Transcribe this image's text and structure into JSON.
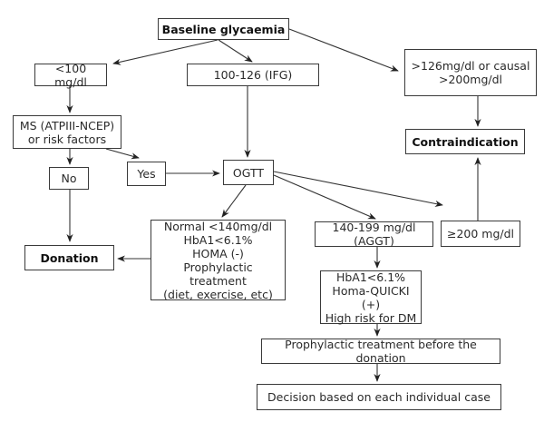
{
  "diagram": {
    "type": "flowchart",
    "nodes": {
      "baseline": {
        "lines": [
          "Baseline glycaemia"
        ],
        "emphasis": "bold"
      },
      "lt100": {
        "lines": [
          "<100 mg/dl"
        ]
      },
      "ifg": {
        "lines": [
          "100-126 (IFG)"
        ]
      },
      "gt126": {
        "lines": [
          ">126mg/dl or causal",
          ">200mg/dl"
        ]
      },
      "ms": {
        "lines": [
          "MS (ATPIII-NCEP)",
          "or risk factors"
        ]
      },
      "contraindication": {
        "lines": [
          "Contraindication"
        ],
        "emphasis": "bold"
      },
      "no": {
        "lines": [
          "No"
        ]
      },
      "yes": {
        "lines": [
          "Yes"
        ]
      },
      "ogtt": {
        "lines": [
          "OGTT"
        ]
      },
      "normal": {
        "lines": [
          "Normal <140mg/dl",
          "HbA1<6.1%",
          "HOMA (-)",
          "Prophylactic treatment",
          "(diet, exercise, etc)"
        ]
      },
      "donation": {
        "lines": [
          "Donation"
        ],
        "emphasis": "bold"
      },
      "aggt": {
        "lines": [
          "140-199 mg/dl (AGGT)"
        ]
      },
      "ge200": {
        "lines": [
          "≥200 mg/dl"
        ]
      },
      "hba1": {
        "lines": [
          "HbA1<6.1%",
          "Homa-QUICKI (+)",
          "High risk for DM"
        ]
      },
      "prophylactic": {
        "lines": [
          "Prophylactic treatment before the donation"
        ]
      },
      "decision": {
        "lines": [
          "Decision based on each individual case"
        ]
      }
    },
    "edges": [
      {
        "from": "baseline",
        "to": "lt100"
      },
      {
        "from": "baseline",
        "to": "ifg"
      },
      {
        "from": "baseline",
        "to": "gt126"
      },
      {
        "from": "lt100",
        "to": "ms"
      },
      {
        "from": "ifg",
        "to": "ogtt"
      },
      {
        "from": "gt126",
        "to": "contraindication"
      },
      {
        "from": "ms",
        "to": "no"
      },
      {
        "from": "ms",
        "to": "yes"
      },
      {
        "from": "no",
        "to": "donation"
      },
      {
        "from": "yes",
        "to": "ogtt"
      },
      {
        "from": "ogtt",
        "to": "normal"
      },
      {
        "from": "ogtt",
        "to": "aggt"
      },
      {
        "from": "ogtt",
        "to": "ge200"
      },
      {
        "from": "normal",
        "to": "donation"
      },
      {
        "from": "ge200",
        "to": "contraindication"
      },
      {
        "from": "aggt",
        "to": "hba1"
      },
      {
        "from": "hba1",
        "to": "prophylactic"
      },
      {
        "from": "prophylactic",
        "to": "decision"
      }
    ]
  }
}
